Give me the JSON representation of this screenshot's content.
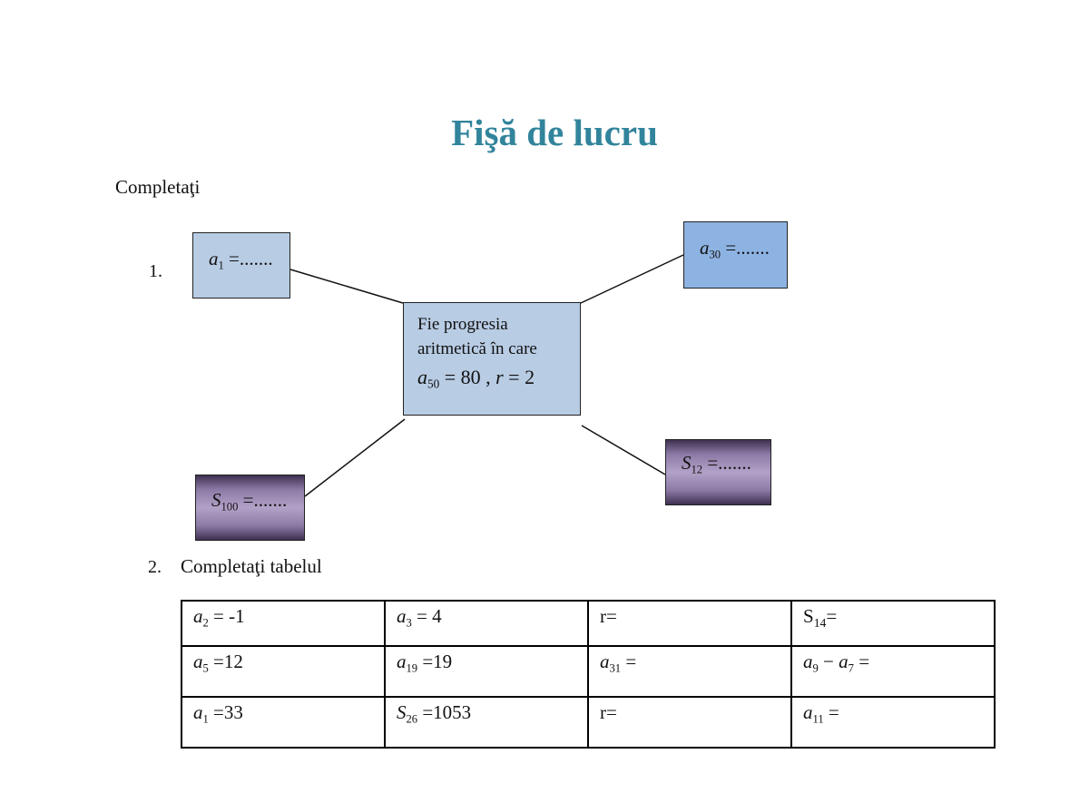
{
  "document": {
    "title": "Fişă de lucru",
    "intro": "Completaţi",
    "section1": {
      "number": "1.",
      "center_box": {
        "line1": "Fie progresia",
        "line2": "aritmetică în care",
        "formula": {
          "a_var": "a",
          "a_sub": "50",
          "a_eq": " = 80 , ",
          "r_var": "r",
          "r_eq": " = 2"
        }
      },
      "boxes": {
        "a1": {
          "var": "a",
          "sub": "1",
          "rest": " =......."
        },
        "a30": {
          "var": "a",
          "sub": "30",
          "rest": " =......."
        },
        "s100": {
          "var": "S",
          "sub": "100",
          "rest": " =......."
        },
        "s12": {
          "var": "S",
          "sub": "12",
          "rest": " =......."
        }
      }
    },
    "section2": {
      "number": "2.",
      "heading": "Completaţi tabelul",
      "table": [
        [
          {
            "var": "a",
            "sub": "2",
            "rest": " = -1"
          },
          {
            "var": "a",
            "sub": "3",
            "rest": " = 4"
          },
          {
            "var": "",
            "sub": "",
            "rest": "r="
          },
          {
            "var": "",
            "pre": "S",
            "sub": "14",
            "rest": "="
          }
        ],
        [
          {
            "var": "a",
            "sub": "5",
            "rest": " =12"
          },
          {
            "var": "a",
            "sub": "19",
            "rest": " =19"
          },
          {
            "var": "a",
            "sub": "31",
            "rest": " ="
          },
          {
            "var": "a",
            "sub": "9",
            "rest": " − ",
            "var2": "a",
            "sub2": "7",
            "rest2": " ="
          }
        ],
        [
          {
            "var": "a",
            "sub": "1",
            "rest": " =33"
          },
          {
            "var": "S",
            "sub": "26",
            "rest": " =1053"
          },
          {
            "var": "",
            "sub": "",
            "rest": "r="
          },
          {
            "var": "a",
            "sub": "11",
            "rest": " ="
          }
        ]
      ]
    }
  }
}
